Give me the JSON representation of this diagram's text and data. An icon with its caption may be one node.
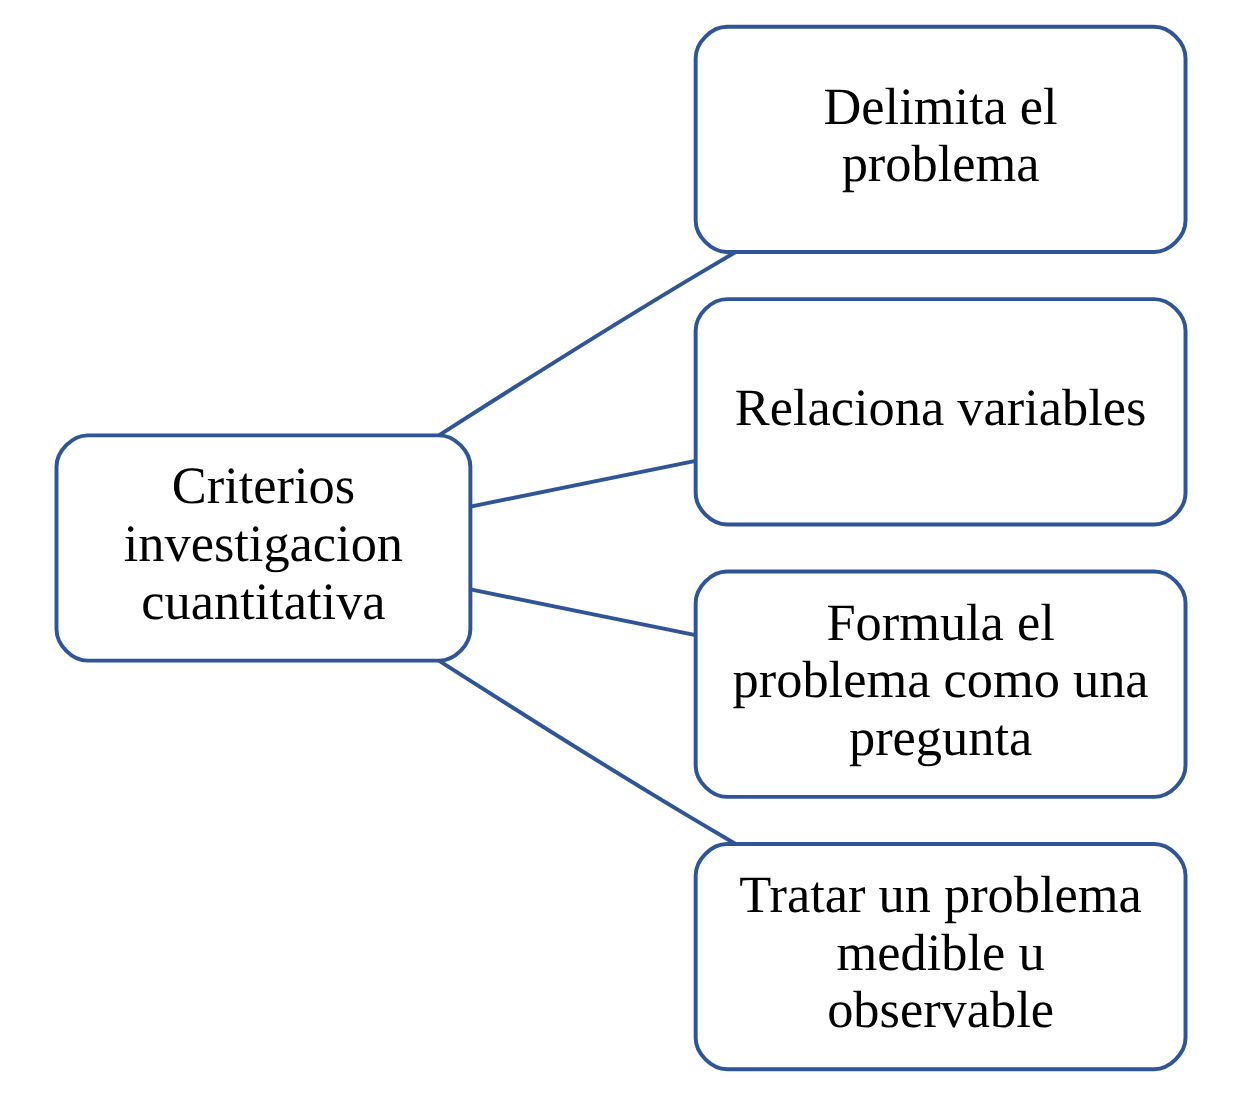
{
  "diagram": {
    "nodes": [
      {
        "text": [
          "Criterios investigacion cuantitativa"
        ]
      },
      {
        "text": [
          "Delimita el problema"
        ]
      },
      {
        "text": [
          "Relaciona variables"
        ]
      },
      {
        "text": [
          "Formula el problema como una pregunta"
        ]
      },
      {
        "text": [
          "Tratar un problema medible u observable"
        ]
      }
    ],
    "edges": [
      {
        "from": 0,
        "to": 1,
        "arrow": "none"
      },
      {
        "from": 0,
        "to": 2,
        "arrow": "none"
      },
      {
        "from": 0,
        "to": 3,
        "arrow": "none"
      },
      {
        "from": 0,
        "to": 4,
        "arrow": "none"
      }
    ]
  }
}
